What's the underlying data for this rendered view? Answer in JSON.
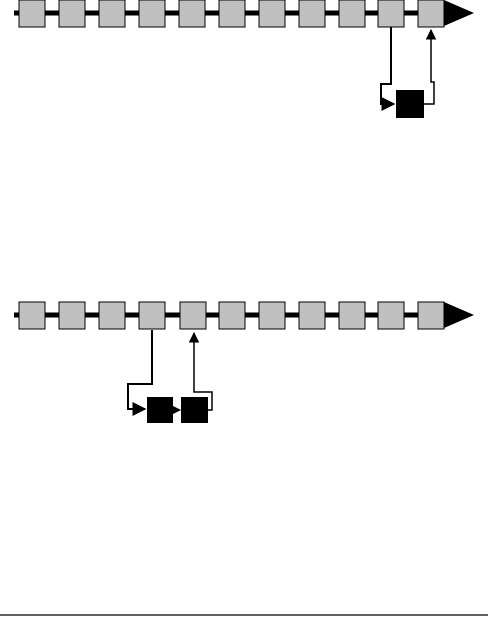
{
  "colors": {
    "background": "#ffffff",
    "node_fill": "#c0c0c0",
    "node_stroke": "#000000",
    "detour_fill": "#000000",
    "line": "#000000"
  },
  "diagrams": [
    {
      "name": "top-sequence",
      "main_node_count": 11,
      "detour_node_count": 1,
      "detour_exit_after_node": 10,
      "detour_reenter_before_node": 11
    },
    {
      "name": "bottom-sequence",
      "main_node_count": 11,
      "detour_node_count": 2,
      "detour_exit_after_node": 4,
      "detour_reenter_before_node": 5
    }
  ]
}
